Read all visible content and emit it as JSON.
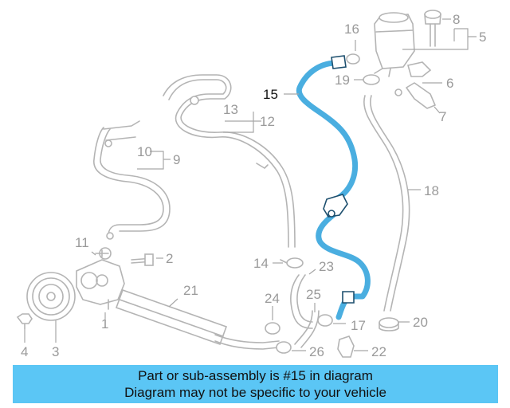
{
  "diagram": {
    "highlight_color": "#4aaee0",
    "part_color": "#b4b4b4",
    "highlighted_part": "15",
    "labels": {
      "p1": "1",
      "p2": "2",
      "p3": "3",
      "p4": "4",
      "p5": "5",
      "p6": "6",
      "p7": "7",
      "p8": "8",
      "p9": "9",
      "p10": "10",
      "p11": "11",
      "p12": "12",
      "p13": "13",
      "p14": "14",
      "p15": "15",
      "p16": "16",
      "p17": "17",
      "p18": "18",
      "p19": "19",
      "p20": "20",
      "p21": "21",
      "p22": "22",
      "p23": "23",
      "p24": "24",
      "p25": "25",
      "p26": "26"
    }
  },
  "banner": {
    "line1": "Part or sub-assembly is #15 in diagram",
    "line2": "Diagram may not be specific to your vehicle",
    "background": "#5bc6f5"
  }
}
